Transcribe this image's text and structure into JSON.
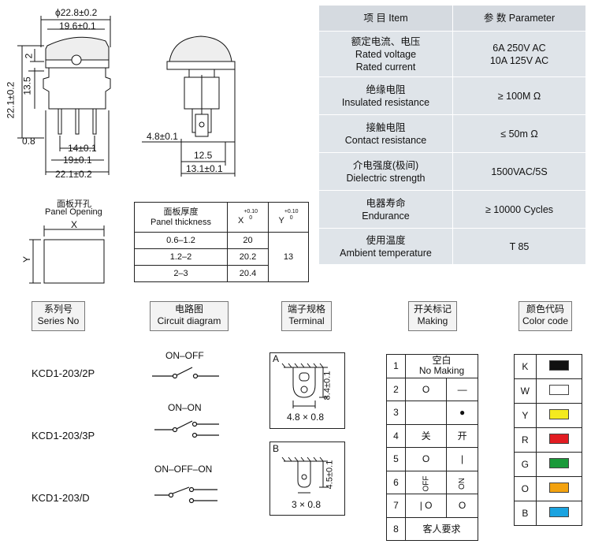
{
  "drawing": {
    "dim_overall_width": "ϕ22.8±0.2",
    "dim_inner_width": "19.6±0.1",
    "dim_left_2": "2",
    "dim_left_13_5": "13.5",
    "dim_left_22_1": "22.1±0.2",
    "dim_0_8": "0.8",
    "dim_14": "14±0.1",
    "dim_19": "19±0.1",
    "dim_22_1_bottom": "22.1±0.2",
    "dim_4_8": "4.8±0.1",
    "dim_12_5": "12.5",
    "dim_13_1": "13.1±0.1"
  },
  "param_table": {
    "header_item": "项 目   Item",
    "header_param": "参 数   Parameter",
    "rows": [
      {
        "item_cn": "额定电流、电压",
        "item_en1": "Rated voltage",
        "item_en2": "Rated current",
        "value1": "6A   250V AC",
        "value2": "10A 125V AC"
      },
      {
        "item_cn": "绝缘电阻",
        "item_en1": "Insulated resistance",
        "value1": "≥ 100M Ω"
      },
      {
        "item_cn": "接触电阻",
        "item_en1": "Contact resistance",
        "value1": "≤ 50m Ω"
      },
      {
        "item_cn": "介电强度(极间)",
        "item_en1": "Dielectric strength",
        "value1": "1500VAC/5S"
      },
      {
        "item_cn": "电器寿命",
        "item_en1": "Endurance",
        "value1": "≥ 10000 Cycles"
      },
      {
        "item_cn": "使用温度",
        "item_en1": "Ambient temperature",
        "value1": "T 85"
      }
    ]
  },
  "panel": {
    "label_cn": "面板开孔",
    "label_en": "Panel Opening",
    "x": "X",
    "y": "Y"
  },
  "thickness_table": {
    "h_cn": "面板厚度",
    "h_en": "Panel thickness",
    "h_x": "X",
    "h_x_tol": "+0.10",
    "h_x_tol0": "0",
    "h_y": "Y",
    "h_y_tol": "+0.10",
    "h_y_tol0": "0",
    "rows": [
      {
        "t": "0.6–1.2",
        "x": "20"
      },
      {
        "t": "1.2–2",
        "x": "20.2"
      },
      {
        "t": "2–3",
        "x": "20.4"
      }
    ],
    "y": "13"
  },
  "headers": {
    "series_cn": "系列号",
    "series_en": "Series No",
    "circuit_cn": "电路图",
    "circuit_en": "Circuit diagram",
    "terminal_cn": "端子规格",
    "terminal_en": "Terminal",
    "making_cn": "开关标记",
    "making_en": "Making",
    "color_cn": "颜色代码",
    "color_en": "Color code"
  },
  "series": [
    "KCD1-203/2P",
    "KCD1-203/3P",
    "KCD1-203/D"
  ],
  "circuits": [
    "ON–OFF",
    "ON–ON",
    "ON–OFF–ON"
  ],
  "terminals": [
    {
      "label": "A",
      "height": "8.4±0.1",
      "size": "4.8 × 0.8"
    },
    {
      "label": "B",
      "height": "4.5±0.1",
      "size": "3 × 0.8"
    }
  ],
  "making": [
    {
      "n": "1",
      "a": "空白",
      "b": "No Making"
    },
    {
      "n": "2",
      "a": "O",
      "b": "—"
    },
    {
      "n": "3",
      "a": "",
      "b": "●"
    },
    {
      "n": "4",
      "a": "关",
      "b": "开"
    },
    {
      "n": "5",
      "a": "O",
      "b": "|"
    },
    {
      "n": "6",
      "a": "OFF",
      "b": "ON"
    },
    {
      "n": "7",
      "a": "| O",
      "b": "O"
    },
    {
      "n": "8",
      "a": "客人要求",
      "b": ""
    }
  ],
  "colors": [
    {
      "code": "K",
      "hex": "#111111"
    },
    {
      "code": "W",
      "hex": "#ffffff"
    },
    {
      "code": "Y",
      "hex": "#f4ea1e"
    },
    {
      "code": "R",
      "hex": "#e21c22"
    },
    {
      "code": "G",
      "hex": "#1a9a3a"
    },
    {
      "code": "O",
      "hex": "#f3a20f"
    },
    {
      "code": "B",
      "hex": "#1aa3e0"
    }
  ]
}
